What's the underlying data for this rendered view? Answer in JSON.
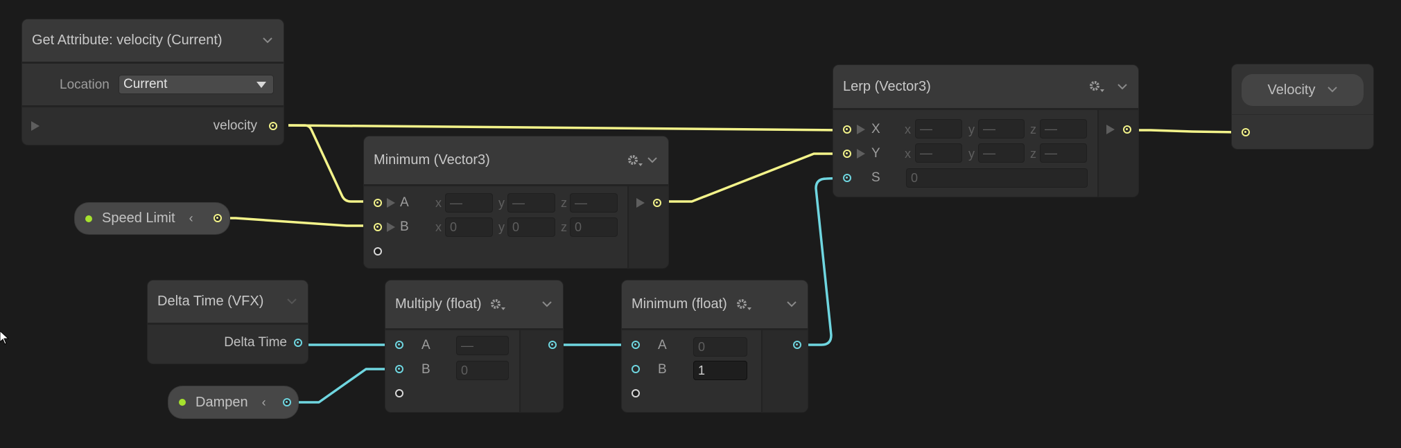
{
  "colors": {
    "canvas": "#1b1b1b",
    "node_body": "#2e2e2e",
    "node_header": "#393939",
    "vector3_port": "#f3f38a",
    "float_port": "#6fd6e0",
    "exposed_dot": "#a6e22e"
  },
  "nodes": {
    "get_attribute": {
      "title": "Get Attribute: velocity (Current)",
      "location_label": "Location",
      "location_value": "Current",
      "output_label": "velocity"
    },
    "speed_limit": {
      "label": "Speed Limit",
      "collapse_glyph": "‹"
    },
    "dampen": {
      "label": "Dampen",
      "collapse_glyph": "‹"
    },
    "minimum_vector3": {
      "title": "Minimum (Vector3)",
      "inputs": [
        {
          "name": "A",
          "x": "—",
          "y": "—",
          "z": "—"
        },
        {
          "name": "B",
          "x": "0",
          "y": "0",
          "z": "0"
        }
      ]
    },
    "delta_time": {
      "title": "Delta Time (VFX)",
      "output_label": "Delta Time"
    },
    "multiply_float": {
      "title": "Multiply (float)",
      "inputs": [
        {
          "name": "A",
          "value": "—"
        },
        {
          "name": "B",
          "value": "0"
        }
      ]
    },
    "minimum_float": {
      "title": "Minimum (float)",
      "inputs": [
        {
          "name": "A",
          "value": "0"
        },
        {
          "name": "B",
          "value": "1"
        }
      ]
    },
    "lerp_vector3": {
      "title": "Lerp (Vector3)",
      "inputs": [
        {
          "name": "X",
          "x": "—",
          "y": "—",
          "z": "—"
        },
        {
          "name": "Y",
          "x": "—",
          "y": "—",
          "z": "—"
        },
        {
          "name": "S",
          "value": "0"
        }
      ]
    },
    "velocity_output": {
      "title": "Velocity"
    }
  },
  "axis_labels": {
    "x": "x",
    "y": "y",
    "z": "z"
  },
  "icons": {
    "gear": "gear-settings-icon",
    "chevron": "chevron-down-icon",
    "expand": "triangle-right-icon"
  }
}
